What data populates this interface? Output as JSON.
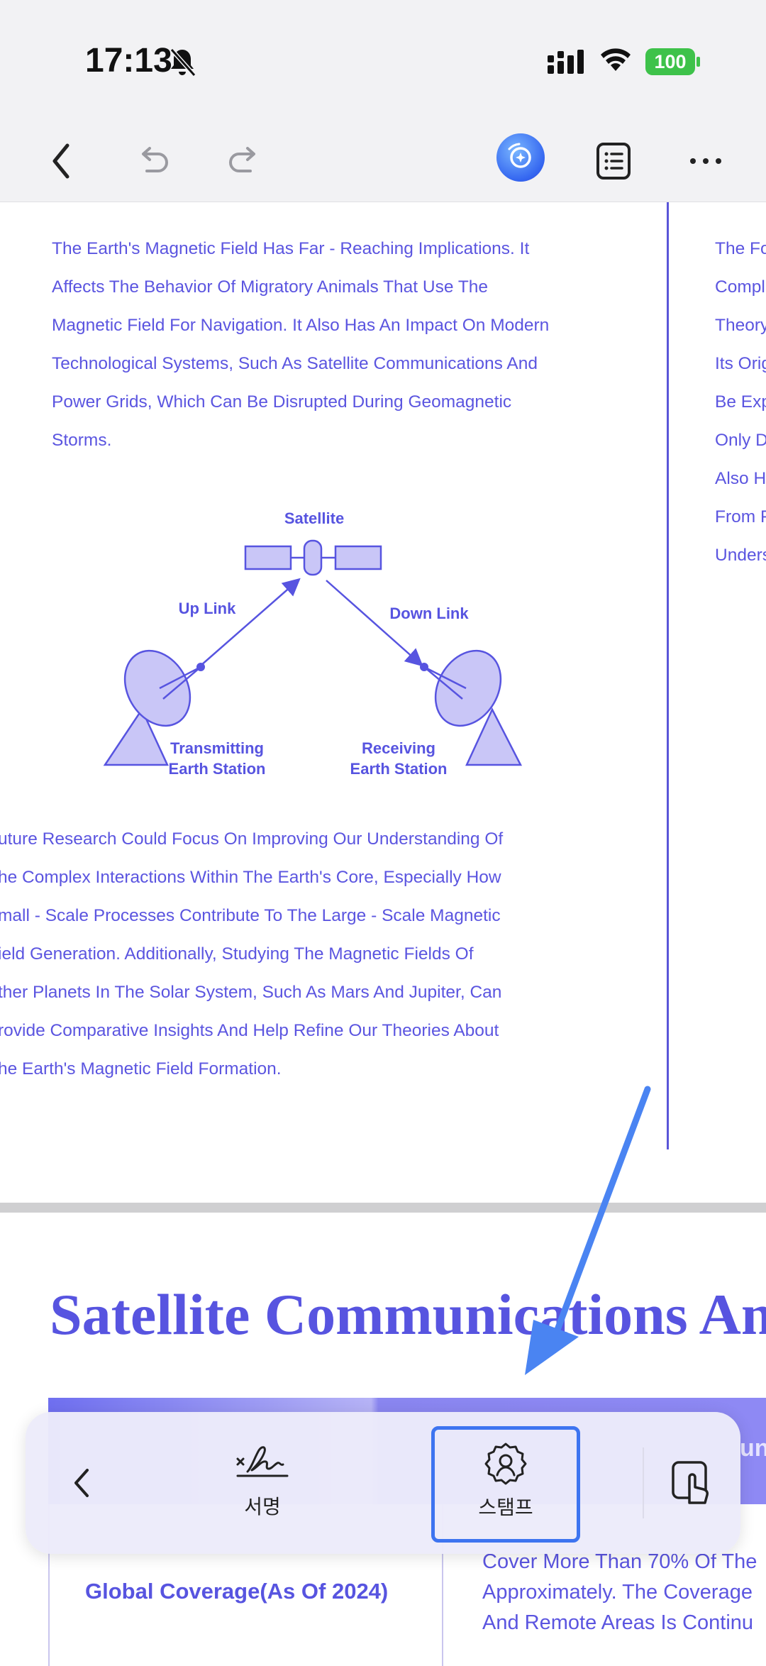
{
  "status": {
    "time": "17:13",
    "battery": "100"
  },
  "toolbar": {
    "icons": [
      "back-chevron-icon",
      "undo-icon",
      "redo-icon",
      "ai-assistant-icon",
      "outline-list-icon",
      "more-icon"
    ]
  },
  "page1": {
    "paragraph1": [
      "The Earth's Magnetic Field Has Far - Reaching Implications. It",
      "Affects The Behavior Of Migratory Animals That Use The",
      "Magnetic Field For Navigation. It Also Has An Impact On Modern",
      "Technological Systems, Such As Satellite Communications And",
      "Power Grids, Which Can Be Disrupted During Geomagnetic",
      "Storms."
    ],
    "diagram": {
      "satellite": "Satellite",
      "uplink": "Up Link",
      "downlink": "Down Link",
      "tx_line1": "Transmitting",
      "tx_line2": "Earth Station",
      "rx_line1": "Receiving",
      "rx_line2": "Earth Station"
    },
    "paragraph2": [
      "uture Research Could Focus On Improving Our Understanding Of",
      "he Complex Interactions Within The Earth's Core, Especially How",
      "mall - Scale Processes Contribute To The Large - Scale Magnetic",
      "ield Generation. Additionally, Studying The Magnetic Fields Of",
      "ther Planets In The Solar System, Such As Mars And Jupiter, Can",
      "rovide Comparative Insights And Help Refine Our Theories About",
      "he Earth's Magnetic Field Formation."
    ],
    "right_column": [
      "The Fo",
      "Compl",
      "Theory",
      "Its Orig",
      "Be Exp",
      "Only D",
      "Also H",
      "From F",
      "Unders"
    ]
  },
  "page2": {
    "title": "Satellite Communications An",
    "header_right_fragment": "uni",
    "cell_left": "Global Coverage(As Of 2024)",
    "cell_right": [
      "Cover More Than 70% Of The",
      "Approximately. The Coverage",
      "And Remote Areas Is Continu"
    ]
  },
  "bottom_panel": {
    "signature_label": "서명",
    "stamp_label": "스탬프"
  },
  "colors": {
    "accent": "#5b55e0",
    "highlight": "#3d74f0",
    "arrow": "#4a84f2"
  }
}
